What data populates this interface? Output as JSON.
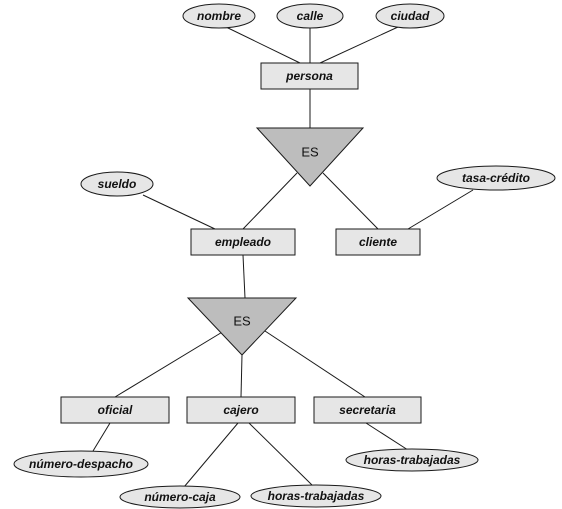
{
  "diagram": {
    "entities": {
      "persona": "persona",
      "empleado": "empleado",
      "cliente": "cliente",
      "oficial": "oficial",
      "cajero": "cajero",
      "secretaria": "secretaria"
    },
    "attributes": {
      "nombre": "nombre",
      "calle": "calle",
      "ciudad": "ciudad",
      "sueldo": "sueldo",
      "tasa_credito": "tasa-crédito",
      "numero_despacho": "número-despacho",
      "numero_caja": "número-caja",
      "horas_trabajadas_cajero": "horas-trabajadas",
      "horas_trabajadas_secretaria": "horas-trabajadas"
    },
    "isa": {
      "top": "ES",
      "bottom": "ES"
    }
  }
}
